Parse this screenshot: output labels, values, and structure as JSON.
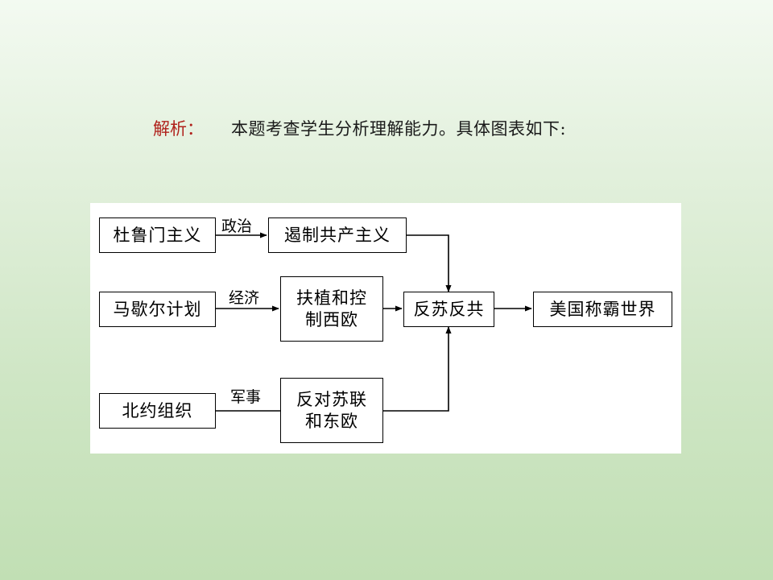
{
  "header": {
    "label": "解析：",
    "text": "本题考查学生分析理解能力。具体图表如下:"
  },
  "diagram": {
    "nodes": {
      "truman": "杜鲁门主义",
      "marshall": "马歇尔计划",
      "nato": "北约组织",
      "contain": "遏制共产主义",
      "support": "扶植和控\n制西欧",
      "oppose": "反对苏联\n和东欧",
      "anti": "反苏反共",
      "hegemony": "美国称霸世界"
    },
    "edges": {
      "politics": "政治",
      "economy": "经济",
      "military": "军事"
    }
  },
  "colors": {
    "label_red": "#b0211b",
    "line": "#000000",
    "diagram_bg": "#ffffff"
  }
}
